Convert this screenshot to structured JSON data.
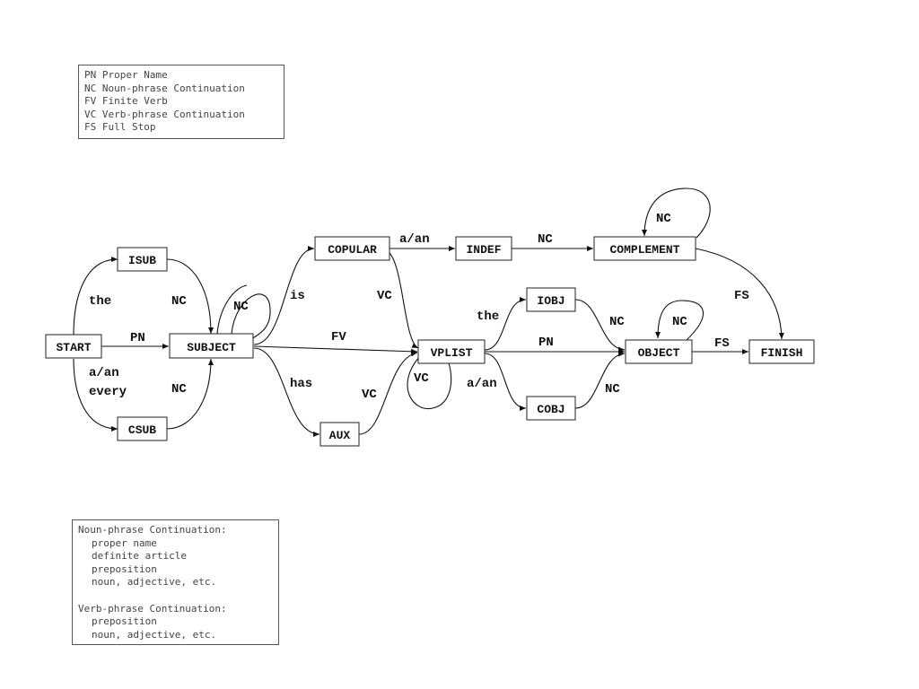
{
  "legend_abbrev": [
    {
      "code": "PN",
      "meaning": "Proper Name"
    },
    {
      "code": "NC",
      "meaning": "Noun-phrase Continuation"
    },
    {
      "code": "FV",
      "meaning": "Finite Verb"
    },
    {
      "code": "VC",
      "meaning": "Verb-phrase Continuation"
    },
    {
      "code": "FS",
      "meaning": "Full Stop"
    }
  ],
  "legend_defs": {
    "noun_heading": "Noun-phrase Continuation:",
    "noun_items": [
      "proper name",
      "definite article",
      "preposition",
      "noun, adjective, etc."
    ],
    "verb_heading": "Verb-phrase Continuation:",
    "verb_items": [
      "preposition",
      "noun, adjective, etc."
    ]
  },
  "nodes": {
    "start": "START",
    "isub": "ISUB",
    "csub": "CSUB",
    "subject": "SUBJECT",
    "copular": "COPULAR",
    "aux": "AUX",
    "indef": "INDEF",
    "complement": "COMPLEMENT",
    "vplist": "VPLIST",
    "iobj": "IOBJ",
    "cobj": "COBJ",
    "object": "OBJECT",
    "finish": "FINISH"
  },
  "edges": {
    "start_isub": "the",
    "start_subject": "PN",
    "start_csub_1": "a/an",
    "start_csub_2": "every",
    "isub_subject": "NC",
    "csub_subject": "NC",
    "subject_loop": "NC",
    "subject_copular": "is",
    "subject_vplist": "FV",
    "subject_aux": "has",
    "copular_indef": "a/an",
    "copular_vplist": "VC",
    "aux_vplist": "VC",
    "indef_complement": "NC",
    "complement_loop": "NC",
    "complement_finish": "FS",
    "vplist_loop": "VC",
    "vplist_iobj": "the",
    "vplist_object": "PN",
    "vplist_cobj": "a/an",
    "iobj_object": "NC",
    "cobj_object": "NC",
    "object_loop": "NC",
    "object_finish": "FS"
  }
}
